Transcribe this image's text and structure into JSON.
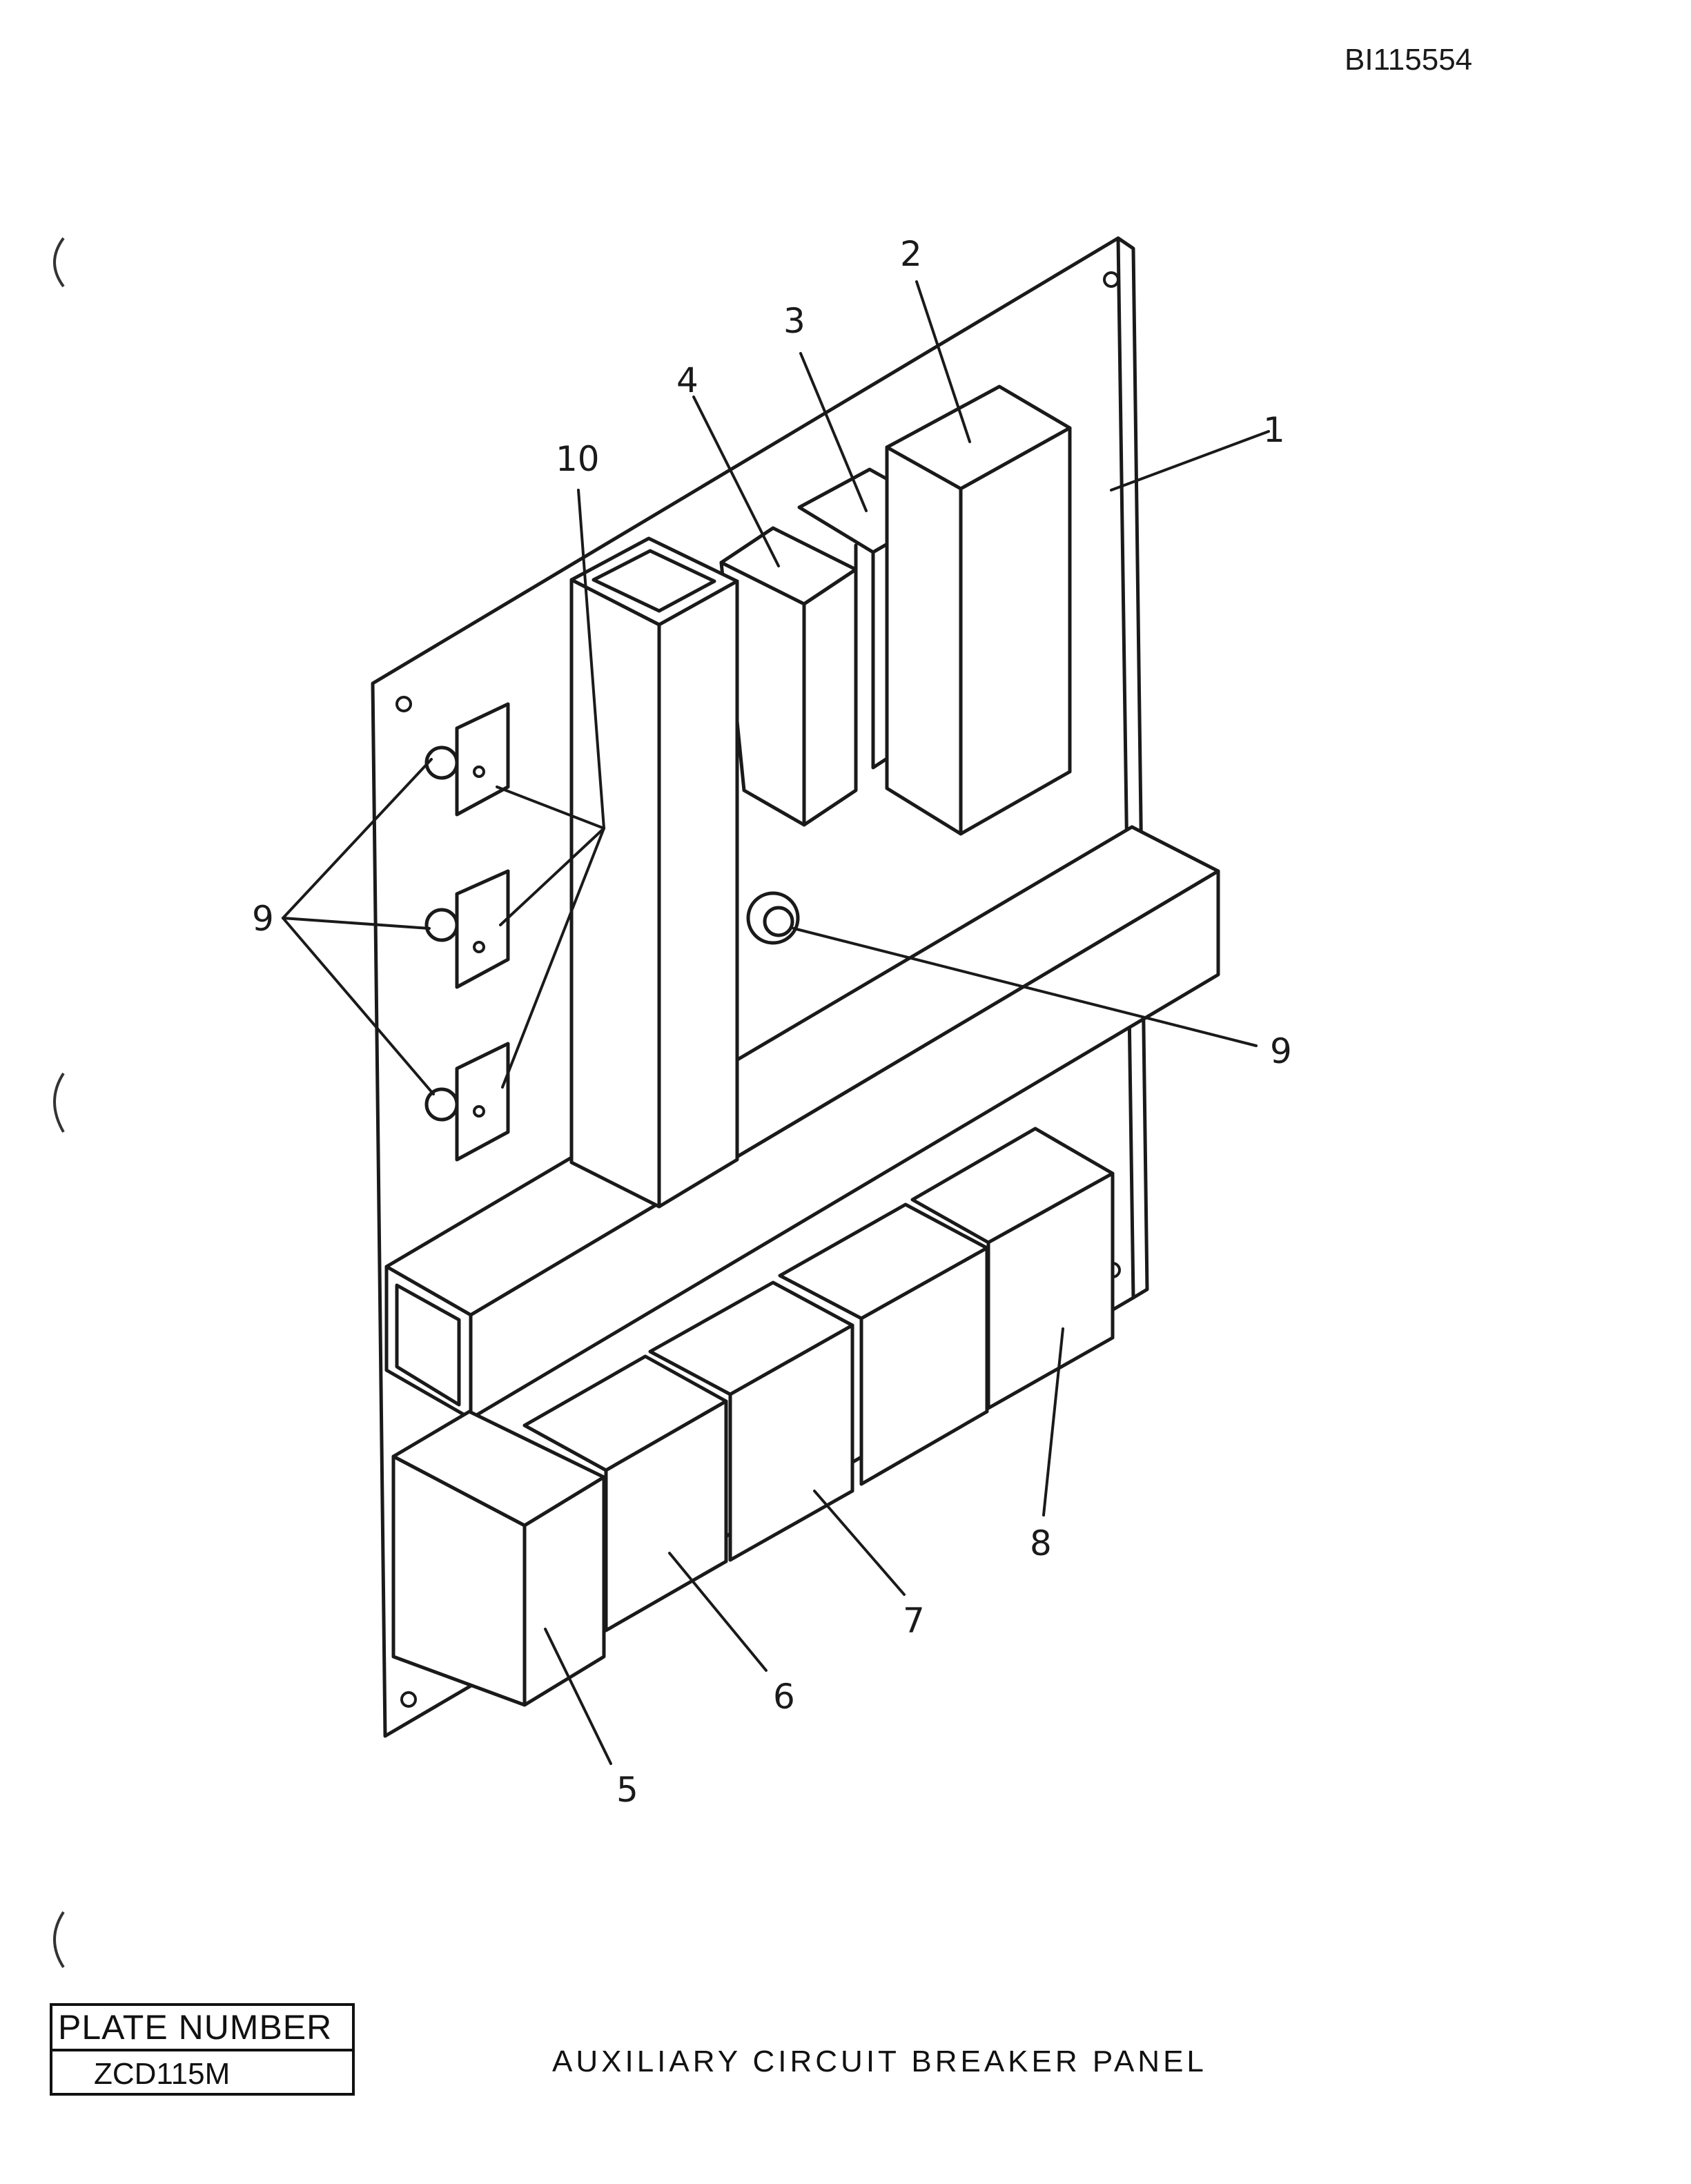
{
  "document": {
    "id": "BI115554",
    "title": "AUXILIARY CIRCUIT BREAKER PANEL",
    "plate_label": "PLATE NUMBER",
    "plate_number": "ZCD115M"
  },
  "callouts": {
    "c1": "1",
    "c2": "2",
    "c3": "3",
    "c4": "4",
    "c5": "5",
    "c6": "6",
    "c7": "7",
    "c8": "8",
    "c9a": "9",
    "c9b": "9",
    "c10": "10"
  }
}
